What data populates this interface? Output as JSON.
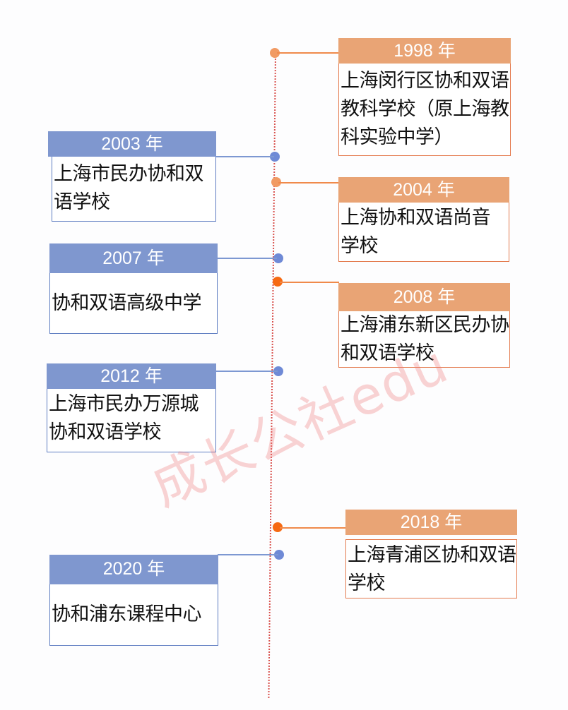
{
  "colors": {
    "orange_header": "#e9a475",
    "orange_dot_light": "#f19a63",
    "orange_dot_dark": "#f66a13",
    "orange_line": "#f08a4b",
    "blue_header": "#7f97cf",
    "blue_dot": "#6f8ad6",
    "blue_line": "#7d98d2",
    "axis": "#d9534f",
    "watermark": "#f27c7c"
  },
  "watermark": "成长公社edu",
  "timeline": [
    {
      "year": "1998 年",
      "side": "right",
      "name": "上海闵行区协和双语教科学校（原上海教科实验中学）"
    },
    {
      "year": "2003 年",
      "side": "left",
      "name": "上海市民办协和双语学校"
    },
    {
      "year": "2004 年",
      "side": "right",
      "name": "上海协和双语尚音学校"
    },
    {
      "year": "2007 年",
      "side": "left",
      "name": "协和双语高级中学"
    },
    {
      "year": "2008 年",
      "side": "right",
      "name": "上海浦东新区民办协和双语学校"
    },
    {
      "year": "2012 年",
      "side": "left",
      "name": "上海市民办万源城协和双语学校"
    },
    {
      "year": "2018 年",
      "side": "right",
      "name": "上海青浦区协和双语学校"
    },
    {
      "year": "2020 年",
      "side": "left",
      "name": "协和浦东课程中心"
    }
  ]
}
